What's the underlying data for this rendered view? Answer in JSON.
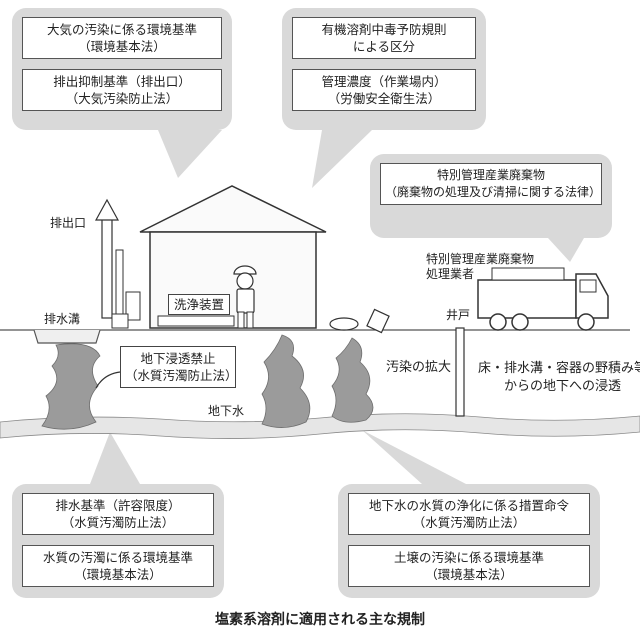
{
  "callouts": {
    "top_left": {
      "box1": [
        "大気の汚染に係る環境基準",
        "（環境基本法）"
      ],
      "box2": [
        "排出抑制基準（排出口）",
        "（大気汚染防止法）"
      ]
    },
    "top_center": {
      "box1": [
        "有機溶剤中毒予防規則",
        "による区分"
      ],
      "box2": [
        "管理濃度（作業場内）",
        "（労働安全衛生法）"
      ]
    },
    "top_right": {
      "box1": [
        "特別管理産業廃棄物",
        "（廃棄物の処理及び清掃に関する法律）"
      ]
    },
    "bottom_left": {
      "box1": [
        "排水基準（許容限度）",
        "（水質汚濁防止法）"
      ],
      "box2": [
        "水質の汚濁に係る環境基準",
        "（環境基本法）"
      ]
    },
    "bottom_right": {
      "box1": [
        "地下水の水質の浄化に係る措置命令",
        "（水質汚濁防止法）"
      ],
      "box2": [
        "土壌の汚染に係る環境基準",
        "（環境基本法）"
      ]
    }
  },
  "scene": {
    "exhaust_outlet": "排出口",
    "drain_ditch": "排水溝",
    "washing_unit": "洗浄装置",
    "well": "井戸",
    "waste_contractor": [
      "特別管理産業廃棄物",
      "処理業者"
    ],
    "underground_infiltration_box": [
      "地下浸透禁止",
      "（水質汚濁防止法）"
    ],
    "spread_of_contamination": "汚染の拡大",
    "groundwater": "地下水",
    "seepage_note": [
      "床・排水溝・容器の野積み等",
      "からの地下への浸透"
    ]
  },
  "caption": "塩素系溶剤に適用される主な規制"
}
